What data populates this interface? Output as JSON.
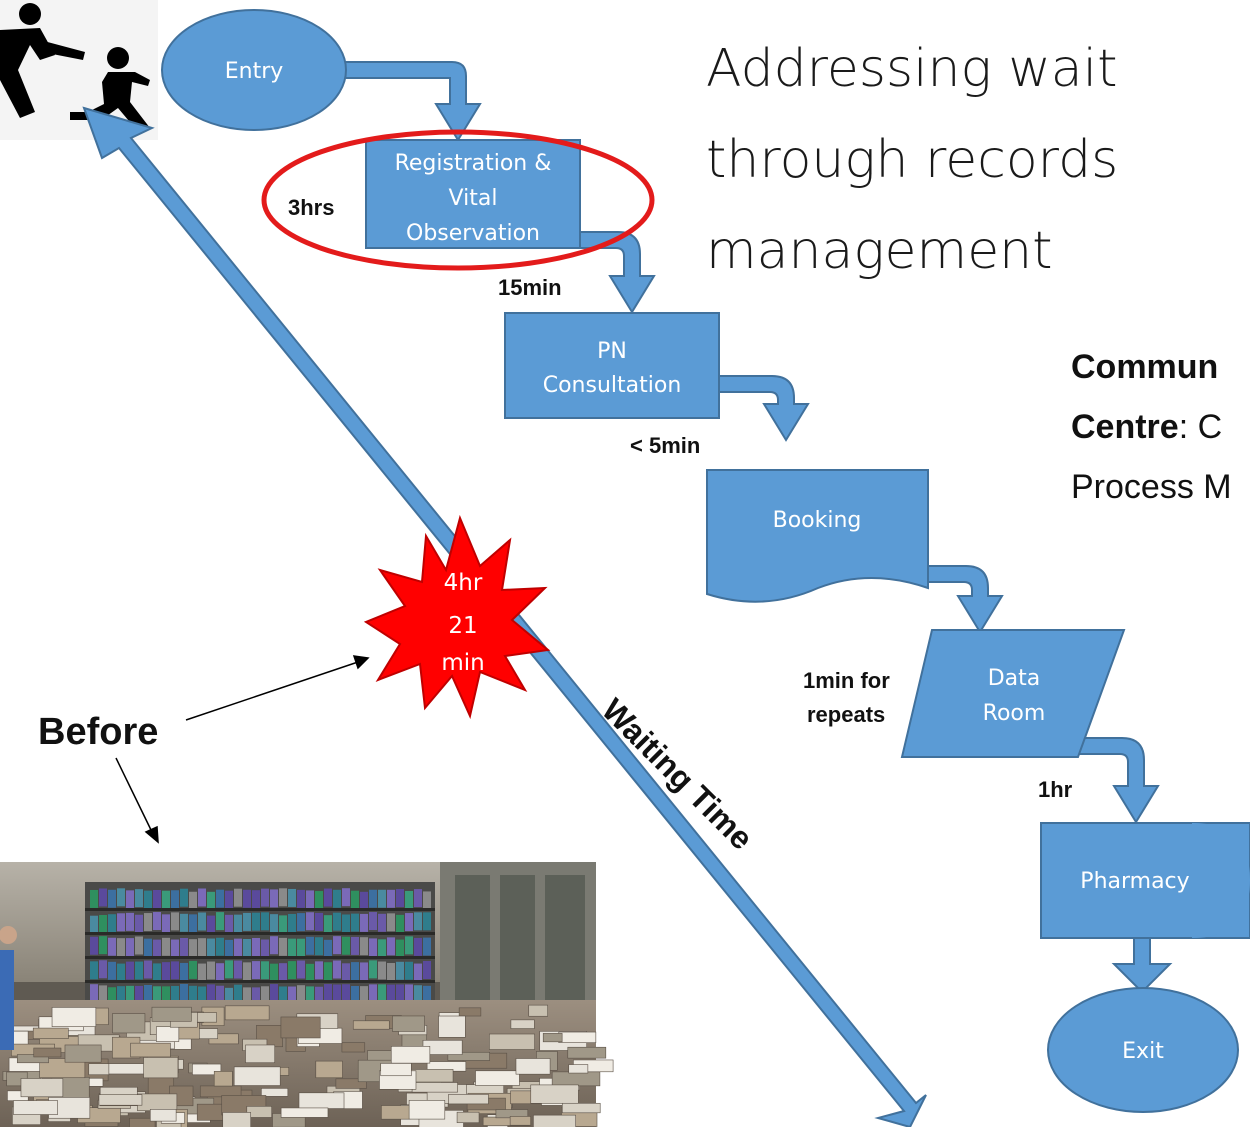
{
  "title": {
    "line1": "Addressing wait",
    "line2": "through records",
    "line3": "management"
  },
  "subtitle": {
    "line1": "Commun",
    "line2_bold": "Centre",
    "line2_rest": ": C",
    "line3": "Process M"
  },
  "nodes": {
    "entry": "Entry",
    "registration": [
      "Registration &",
      "Vital",
      "Observation"
    ],
    "consultation": [
      "PN",
      "Consultation"
    ],
    "booking": "Booking",
    "data_room": [
      "Data",
      "Room"
    ],
    "pharmacy": "Pharmacy",
    "exit": "Exit"
  },
  "times": {
    "registration": "3hrs",
    "consultation": "15min",
    "booking": "<  5min",
    "data_room": [
      "1min for",
      "repeats"
    ],
    "pharmacy": "1hr"
  },
  "total_wait": [
    "4hr",
    "21",
    "min"
  ],
  "before_label": "Before",
  "waiting_time_label": "Waiting Time",
  "colors": {
    "shape_fill": "#5b9bd5",
    "shape_stroke": "#41719c",
    "highlight_ring": "#e31b1b",
    "burst": "#ff0000"
  }
}
